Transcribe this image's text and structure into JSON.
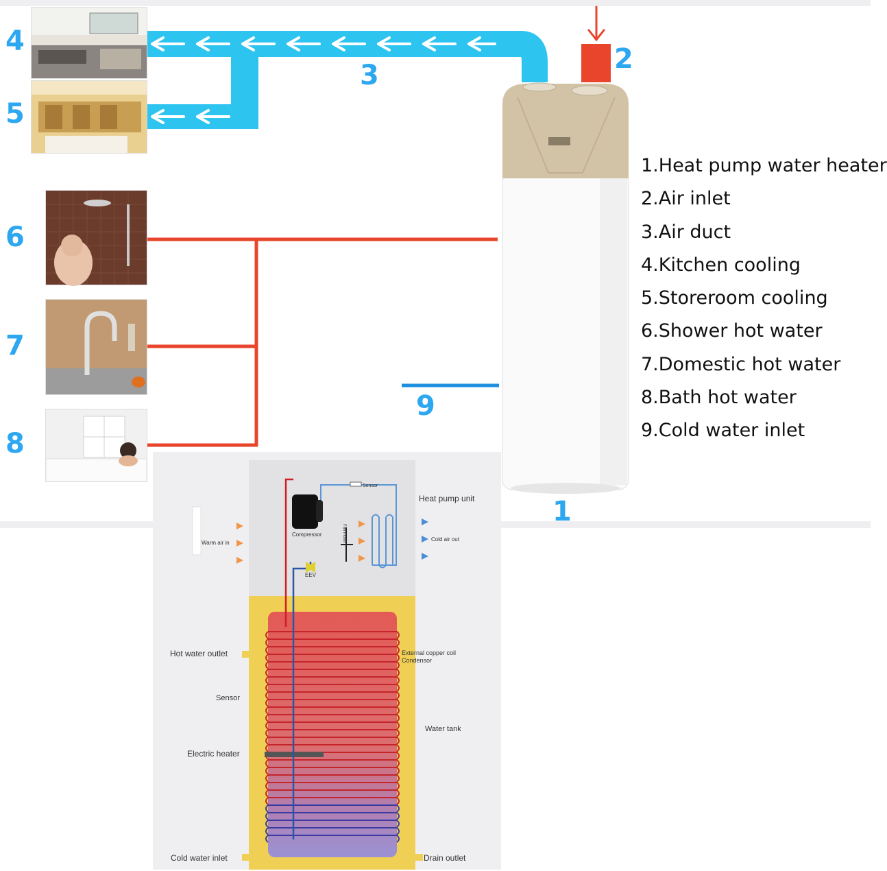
{
  "numbers": {
    "n1": "1",
    "n2": "2",
    "n3": "3",
    "n4": "4",
    "n5": "5",
    "n6": "6",
    "n7": "7",
    "n8": "8",
    "n9": "9"
  },
  "legend": [
    "1.Heat pump water heater",
    "2.Air inlet",
    "3.Air duct",
    "4.Kitchen cooling",
    "5.Storeroom cooling",
    "6.Shower hot water",
    "7.Domestic hot water",
    "8.Bath hot water",
    "9.Cold water inlet"
  ],
  "diagram": {
    "heat_pump_unit": "Heat pump unit",
    "compressor": "Compressor",
    "sensor_top": "Sensor",
    "warm_air_in": "Warm air in",
    "cold_air_out": "Cold air out",
    "eev": "EEV",
    "fan_motor": "Fan motor",
    "hot_water_outlet": "Hot water outlet",
    "external_coil": "External copper coil",
    "condensor": "Condensor",
    "sensor": "Sensor",
    "water_tank": "Water tank",
    "electric_heater": "Electric heater",
    "cold_water_inlet": "Cold water inlet",
    "drain_outlet": "Drain outlet"
  },
  "colors": {
    "air_duct": "#2ec4f0",
    "hot_pipe": "#e8452c",
    "cold_pipe": "#1f8fe0",
    "number_blue": "#2da8f0",
    "heater_cap": "#d2c3a6",
    "tank_yellow": "#f0cf55",
    "water_red": "#e35a55",
    "water_purple": "#9a92d4"
  },
  "icons": {
    "air_arrow": "left-arrow-icon",
    "air_inlet_arrow": "down-arrow-icon"
  }
}
